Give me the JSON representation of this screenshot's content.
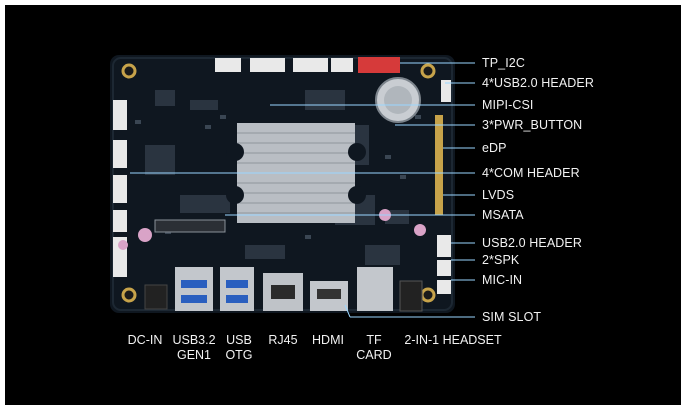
{
  "image": {
    "background_color": "#000000",
    "pcb_color": "#0f1720",
    "connector_color_white": "#e9e9e9",
    "connector_color_red": "#d63a3a",
    "heatsink_color": "#b9bec4"
  },
  "labels_right": [
    {
      "id": "tp-i2c",
      "text": "TP_I2C"
    },
    {
      "id": "usb20-header-4",
      "text": "4*USB2.0 HEADER"
    },
    {
      "id": "mipi-csi",
      "text": "MIPI-CSI"
    },
    {
      "id": "pwr-button",
      "text": "3*PWR_BUTTON"
    },
    {
      "id": "edp",
      "text": "eDP"
    },
    {
      "id": "com-header",
      "text": "4*COM HEADER"
    },
    {
      "id": "lvds",
      "text": "LVDS"
    },
    {
      "id": "msata",
      "text": "MSATA"
    },
    {
      "id": "usb20-header",
      "text": "USB2.0 HEADER"
    },
    {
      "id": "spk",
      "text": "2*SPK"
    },
    {
      "id": "mic-in",
      "text": "MIC-IN"
    },
    {
      "id": "sim-slot",
      "text": "SIM SLOT"
    }
  ],
  "labels_bottom": [
    {
      "id": "dc-in",
      "line1": "DC-IN",
      "line2": ""
    },
    {
      "id": "usb32",
      "line1": "USB3.2",
      "line2": "GEN1"
    },
    {
      "id": "usb-otg",
      "line1": "USB",
      "line2": "OTG"
    },
    {
      "id": "rj45",
      "line1": "RJ45",
      "line2": ""
    },
    {
      "id": "hdmi",
      "line1": "HDMI",
      "line2": ""
    },
    {
      "id": "tf-card",
      "line1": "TF",
      "line2": "CARD"
    },
    {
      "id": "headset",
      "line1": "2-IN-1 HEADSET",
      "line2": ""
    }
  ]
}
